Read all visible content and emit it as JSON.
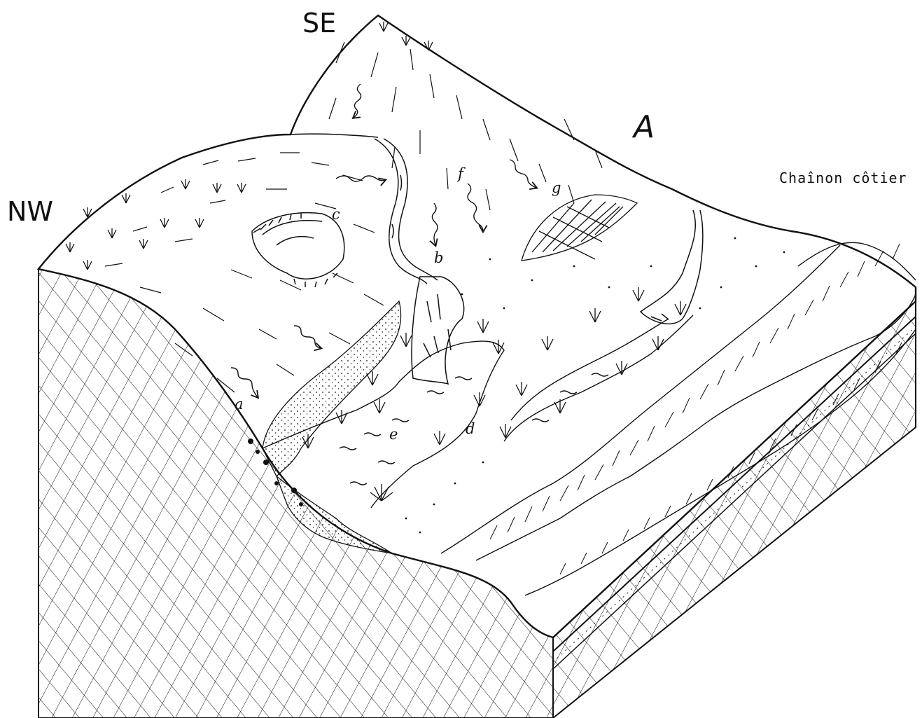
{
  "diagram": {
    "orientation": {
      "northwest": "NW",
      "southeast": "SE"
    },
    "caption": "Chaînon côtier",
    "big_label": "A",
    "markers": {
      "a": "a",
      "b": "b",
      "c": "c",
      "d": "d",
      "e": "e",
      "f": "f",
      "g": "g"
    }
  },
  "colors": {
    "ink": "#111111",
    "paper": "#ffffff"
  }
}
